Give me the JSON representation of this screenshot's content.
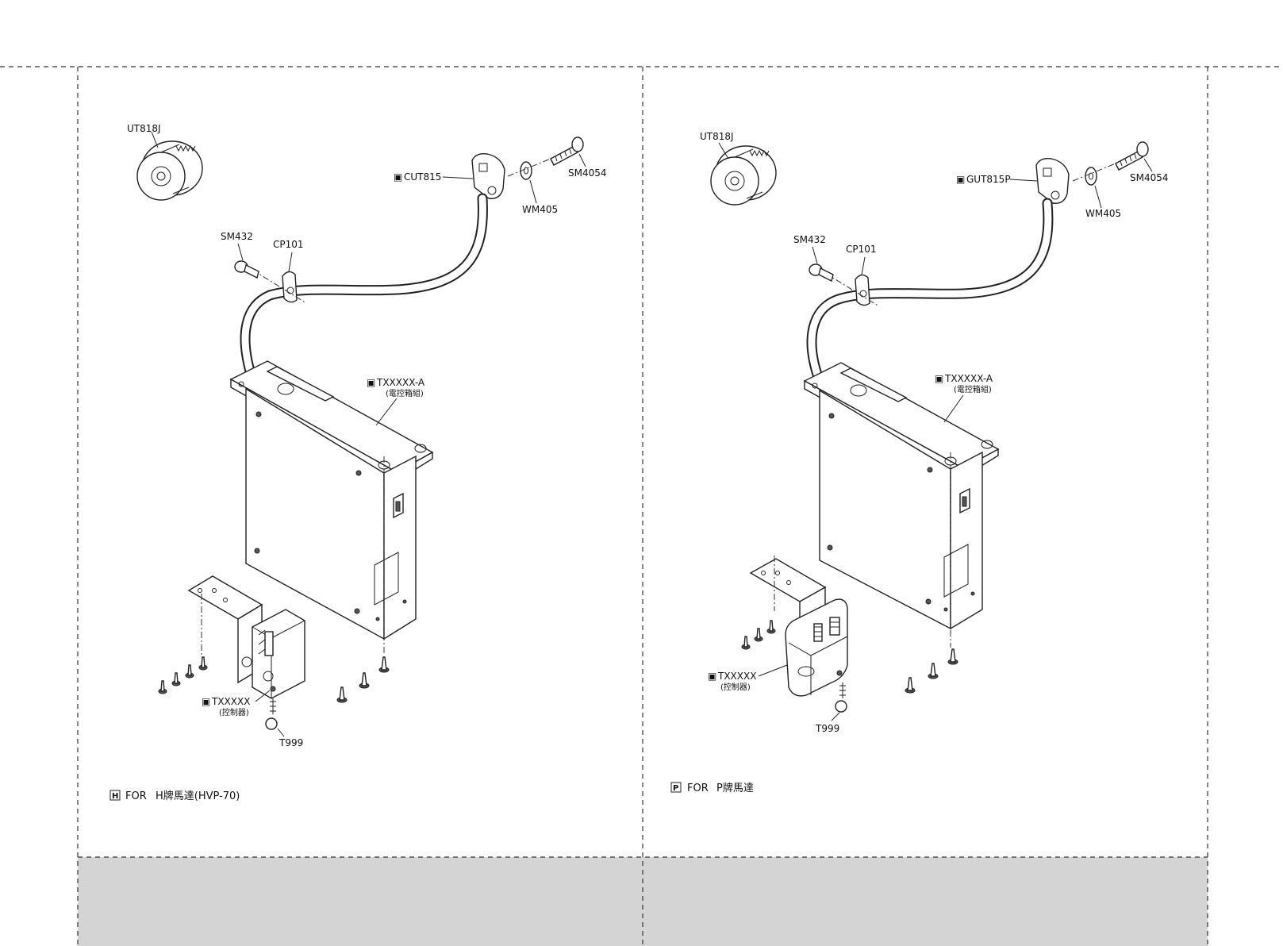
{
  "left_panel": {
    "labels": {
      "knob": "UT818J",
      "sensor": "CUT815",
      "washer": "WM405",
      "screw_top": "SM4054",
      "screw_clip": "SM432",
      "clip": "CP101",
      "box": "TXXXXX-A",
      "box_sub": "(電控箱組)",
      "controller": "TXXXXX",
      "controller_sub": "(控制器)",
      "chain": "T999"
    },
    "marker_letter": "H",
    "footnote": {
      "prefix": "FOR",
      "text": "H牌馬達(HVP-70)"
    }
  },
  "right_panel": {
    "labels": {
      "knob": "UT818J",
      "sensor": "GUT815P",
      "washer": "WM405",
      "screw_top": "SM4054",
      "screw_clip": "SM432",
      "clip": "CP101",
      "box": "TXXXXX-A",
      "box_sub": "(電控箱組)",
      "controller": "TXXXXX",
      "controller_sub": "(控制器)",
      "chain": "T999"
    },
    "marker_letter": "P",
    "footnote": {
      "prefix": "FOR",
      "text": "P牌馬達"
    }
  },
  "colors": {
    "footer_band": "#d4d4d4",
    "line": "#222222",
    "background": "#ffffff"
  }
}
